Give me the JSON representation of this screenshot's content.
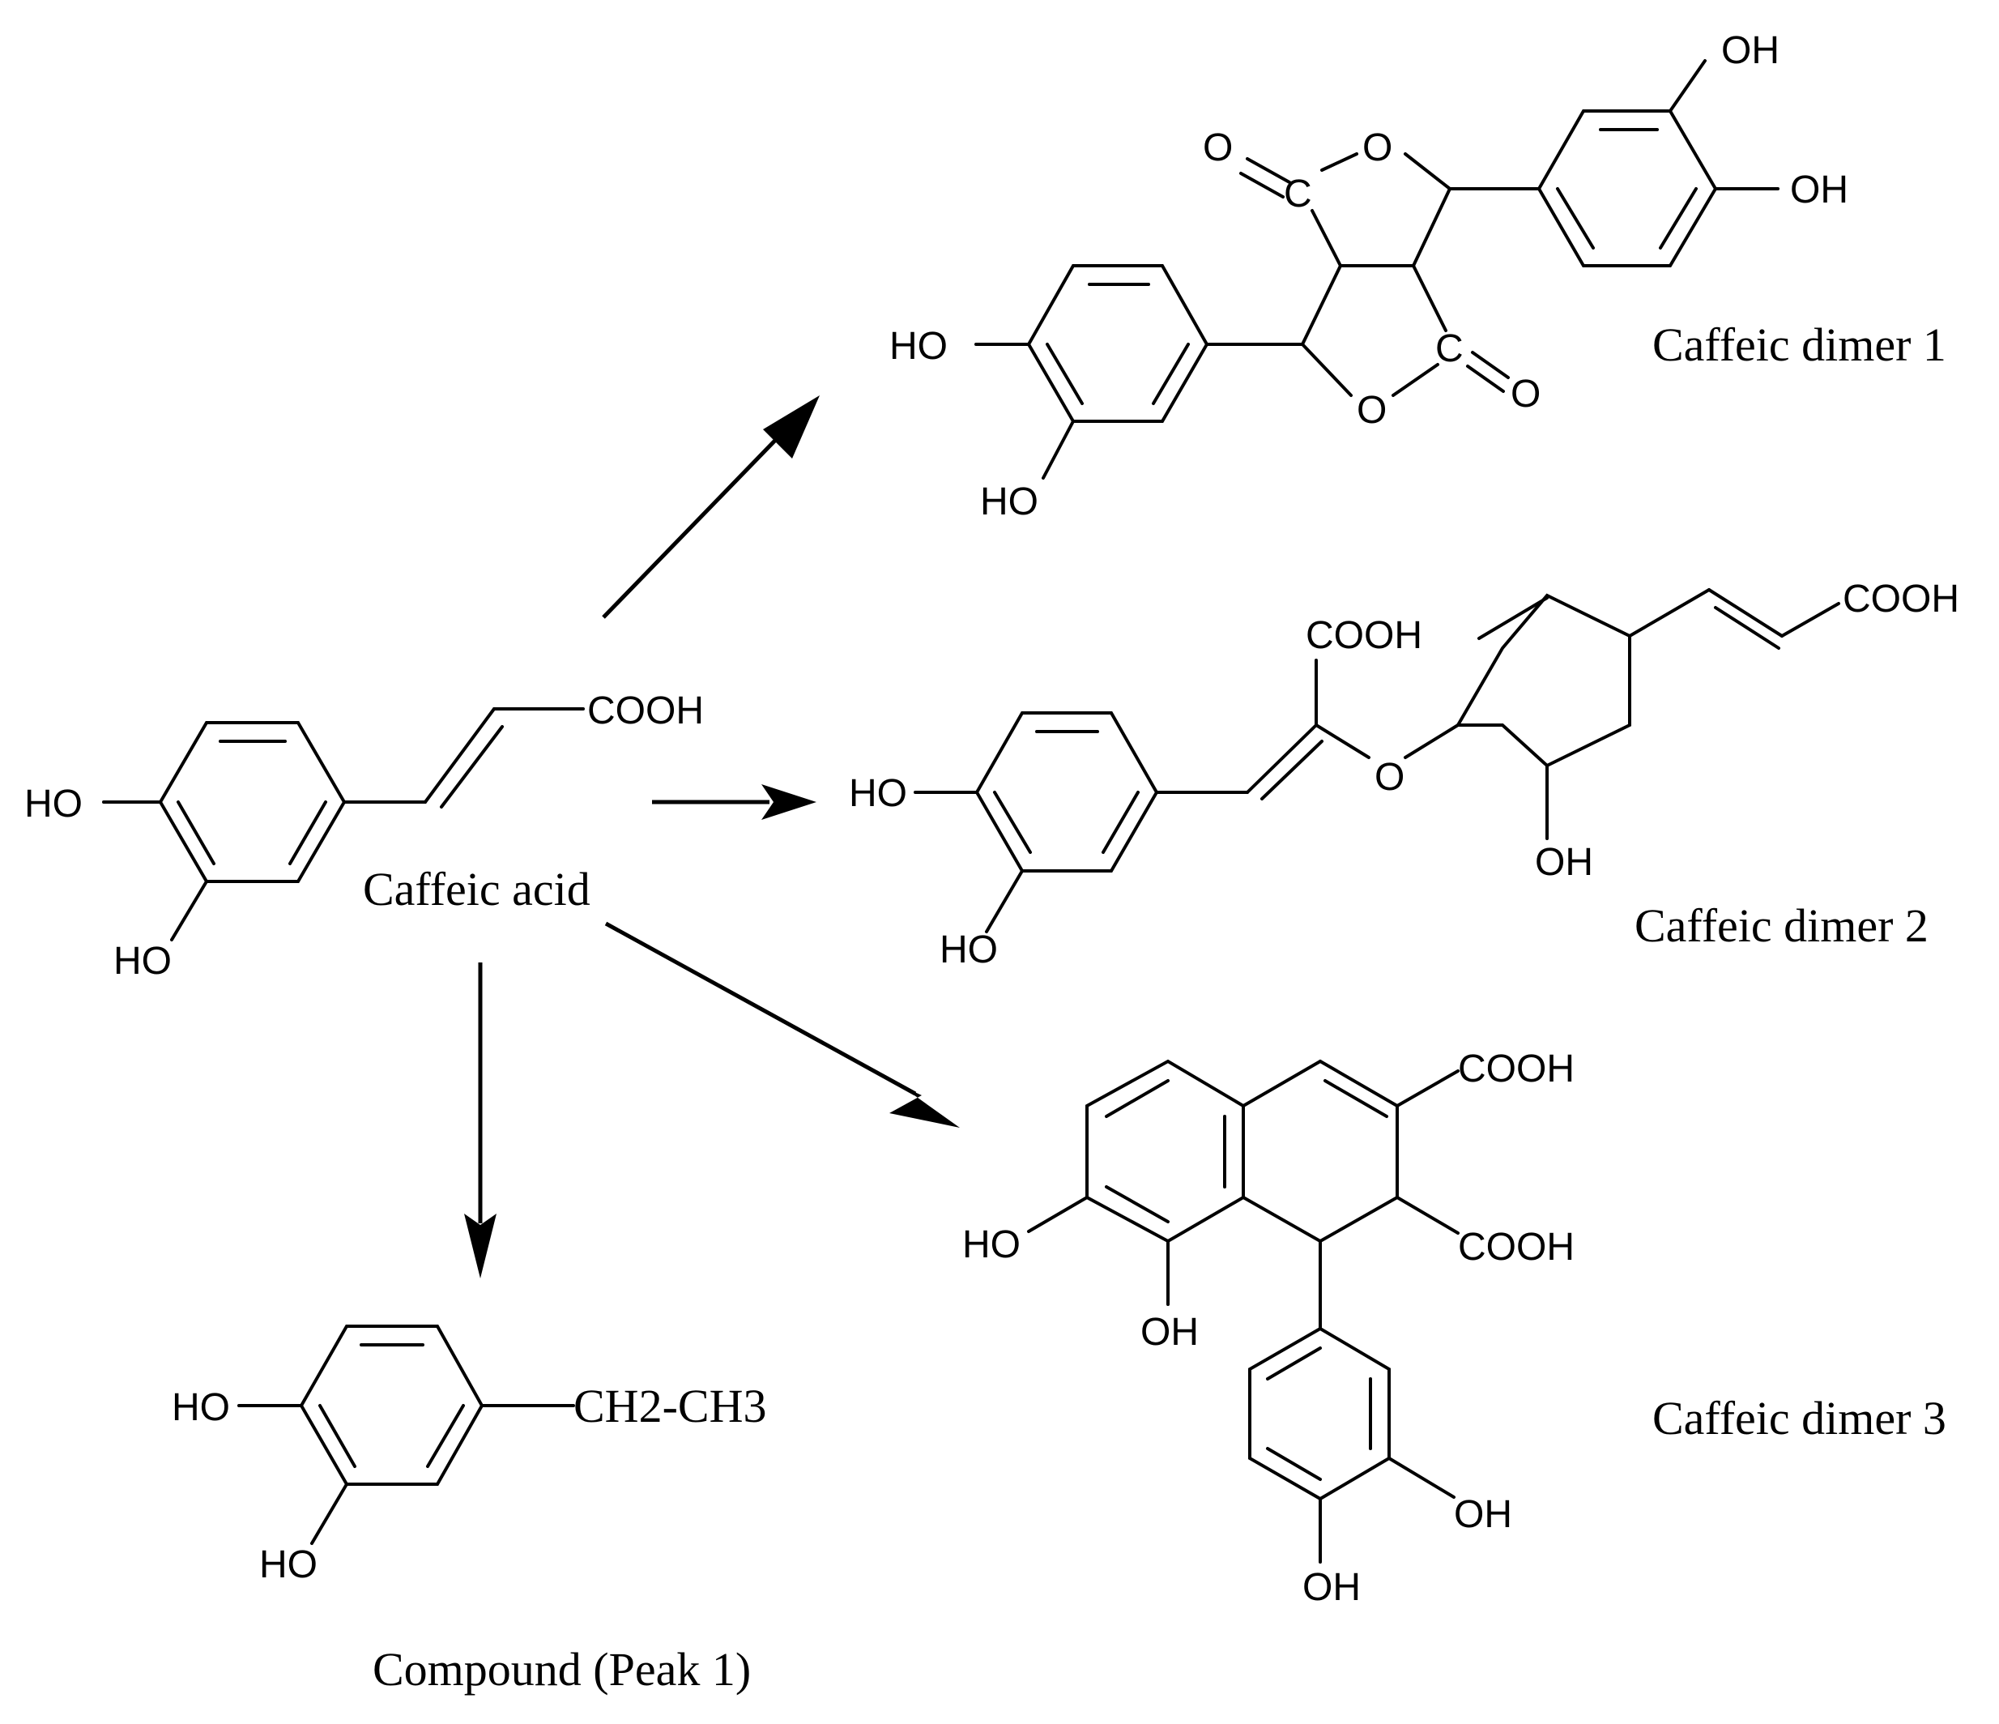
{
  "compounds": {
    "caffeic_acid": {
      "name": "Caffeic acid",
      "ho1": "HO",
      "ho2": "HO",
      "cooh": "COOH"
    },
    "dimer1": {
      "name": "Caffeic dimer 1",
      "ho_a": "HO",
      "ho_b": "HO",
      "oh_a": "OH",
      "oh_b": "OH",
      "o_keto1": "O",
      "c1": "C",
      "o_ring1": "O",
      "c2": "C",
      "o_keto2": "O",
      "o_ring2": "O"
    },
    "dimer2": {
      "name": "Caffeic dimer 2",
      "ho_a": "HO",
      "ho_b": "HO",
      "cooh_a": "COOH",
      "cooh_b": "COOH",
      "o_ether": "O",
      "oh": "OH"
    },
    "dimer3": {
      "name": "Caffeic dimer 3",
      "cooh_a": "COOH",
      "cooh_b": "COOH",
      "ho": "HO",
      "oh_a": "OH",
      "oh_b": "OH",
      "oh_c": "OH"
    },
    "peak1": {
      "name": "Compound (Peak 1)",
      "ho_a": "HO",
      "ho_b": "HO",
      "side_chain": "CH2-CH3"
    }
  }
}
